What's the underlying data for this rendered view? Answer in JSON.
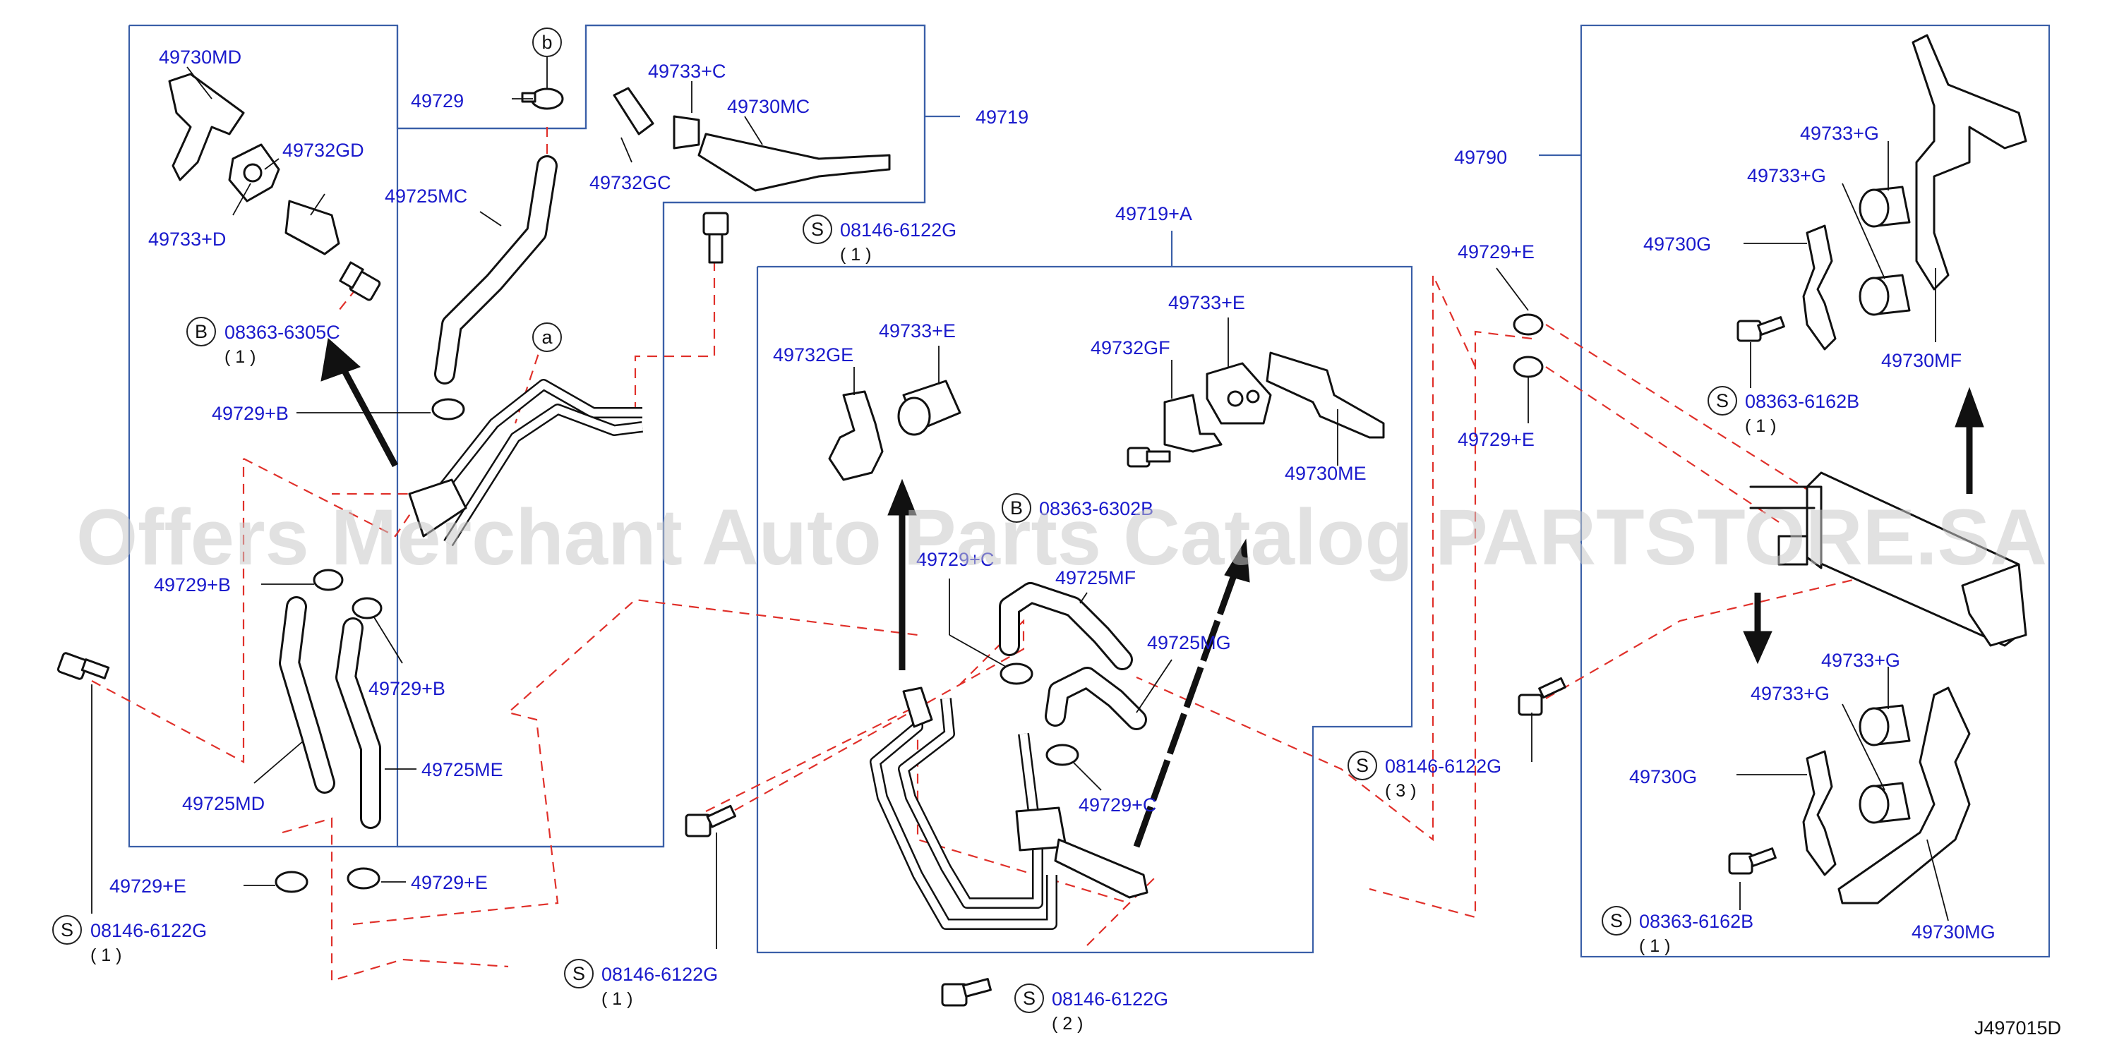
{
  "diagram": {
    "code": "J497015D",
    "watermark": "Offers Merchant Auto Parts Catalog PARTSTORE.SA",
    "refs": {
      "a": "a",
      "b": "b",
      "S": "S",
      "B": "B"
    },
    "labels": {
      "p49730MD": "49730MD",
      "p49732GD": "49732GD",
      "p49733D": "49733+D",
      "p49729": "49729",
      "p49725MC": "49725MC",
      "p49733C": "49733+C",
      "p49730MC": "49730MC",
      "p49732GC": "49732GC",
      "p49719": "49719",
      "p49719A": "49719+A",
      "p49729B_1": "49729+B",
      "p49729B_2": "49729+B",
      "p49729B_3": "49729+B",
      "p49725MD": "49725MD",
      "p49725ME": "49725ME",
      "p49729E_1": "49729+E",
      "p49729E_2": "49729+E",
      "p49729E_3": "49729+E",
      "p49729E_4": "49729+E",
      "p49732GE": "49732GE",
      "p49733E_1": "49733+E",
      "p49732GF": "49732GF",
      "p49733E_2": "49733+E",
      "p49730ME": "49730ME",
      "p49729C_1": "49729+C",
      "p49725MF": "49725MF",
      "p49725MG": "49725MG",
      "p49729C_2": "49729+C",
      "p49790": "49790",
      "p49733G_1": "49733+G",
      "p49733G_2": "49733+G",
      "p49730G_1": "49730G",
      "p49730MF": "49730MF",
      "p49733G_3": "49733+G",
      "p49733G_4": "49733+G",
      "p49730G_2": "49730G",
      "p49730MG": "49730MG"
    },
    "fasteners": {
      "f1": {
        "part": "08363-6305C",
        "qty": "( 1 )"
      },
      "f2": {
        "part": "08146-6122G",
        "qty": "( 1 )"
      },
      "f3": {
        "part": "08146-6122G",
        "qty": "( 1 )"
      },
      "f4": {
        "part": "08146-6122G",
        "qty": "( 1 )"
      },
      "f5": {
        "part": "08146-6122G",
        "qty": "( 2 )"
      },
      "f6": {
        "part": "08363-6302B",
        "qty": ""
      },
      "f7": {
        "part": "08146-6122G",
        "qty": "( 3 )"
      },
      "f8": {
        "part": "08363-6162B",
        "qty": "( 1 )"
      },
      "f9": {
        "part": "08363-6162B",
        "qty": "( 1 )"
      }
    }
  }
}
